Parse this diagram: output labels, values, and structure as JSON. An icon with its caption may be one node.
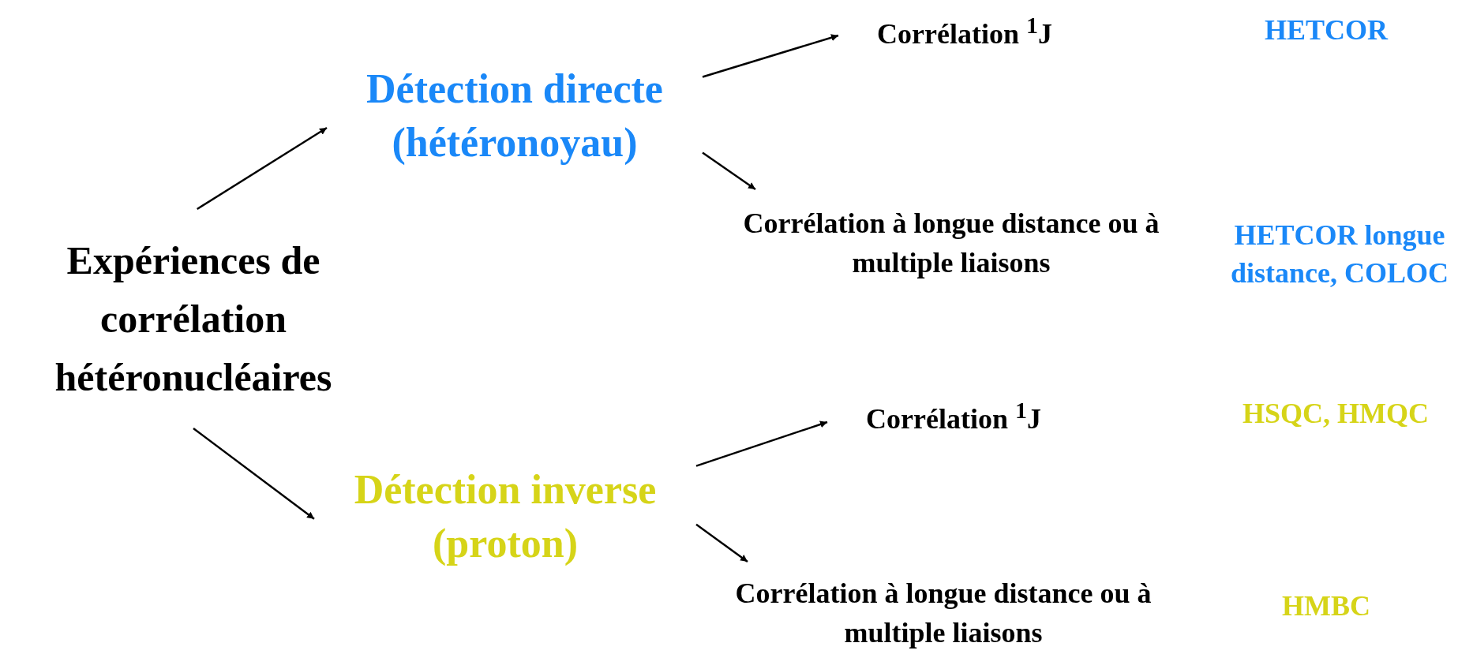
{
  "diagram": {
    "nodes": [
      {
        "text": [
          "Expériences de corrélation hétéronucléaires"
        ]
      },
      {
        "text": [
          "Détection directe (hétéronoyau)"
        ]
      },
      {
        "text": [
          "Corrélation $^{1}$J"
        ]
      },
      {
        "text": [
          "Corrélation à longue distance ou à multiple liaisons"
        ]
      },
      {
        "text": [
          "Détection inverse (proton)"
        ]
      },
      {
        "text": [
          "Corrélation $^{1}$J"
        ]
      },
      {
        "text": [
          "Corrélation à longue distance ou à multiple liaisons"
        ]
      }
    ],
    "edges": [
      {
        "from": 0,
        "to": 1,
        "arrow": "to"
      },
      {
        "from": 1,
        "to": 2,
        "arrow": "to"
      },
      {
        "from": 1,
        "to": 3,
        "arrow": "to"
      },
      {
        "from": 0,
        "to": 4,
        "arrow": "to"
      },
      {
        "from": 4,
        "to": 5,
        "arrow": "to"
      },
      {
        "from": 4,
        "to": 6,
        "arrow": "to"
      }
    ],
    "labels": [
      "HETCOR",
      "HETCOR longue distance, COLOC",
      "HSQC, HMQC",
      "HMBC"
    ]
  }
}
